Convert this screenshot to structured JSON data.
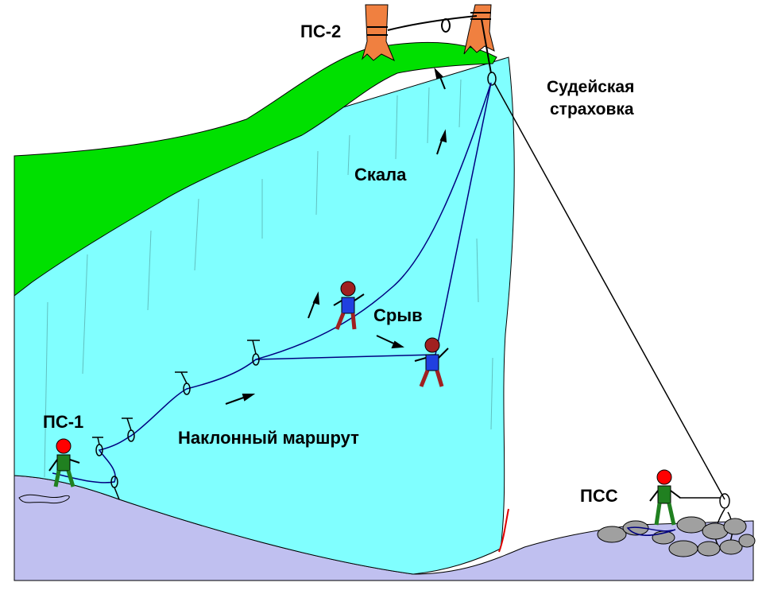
{
  "labels": {
    "ps2": "ПС-2",
    "judge_line1": "Судейская",
    "judge_line2": "страховка",
    "rock": "Скала",
    "fall": "Срыв",
    "ps1": "ПС-1",
    "route": "Наклонный  маршрут",
    "pss": "ПСС"
  },
  "colors": {
    "rock_face": "#80ffff",
    "grass": "#00e000",
    "ground": "#c0c0f0",
    "tree_trunk": "#f08040",
    "rope_blue": "#000080",
    "helmet_red": "#ff0000",
    "helmet_brown": "#a02020",
    "climber_green": "#208020",
    "climber_blue": "#2040e0",
    "boulder_gray": "#a0a0a0"
  }
}
